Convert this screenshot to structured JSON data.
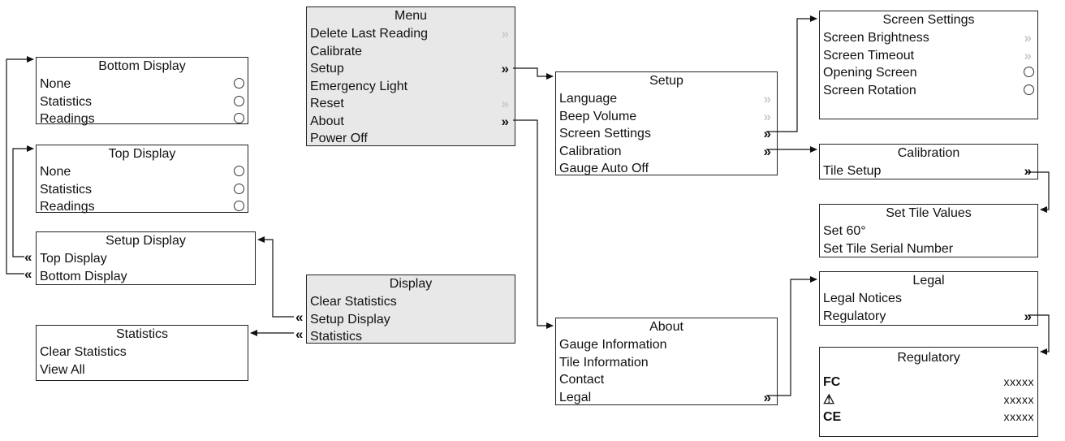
{
  "menu": {
    "title": "Menu",
    "items": [
      "Delete Last Reading",
      "Calibrate",
      "Setup",
      "Emergency Light",
      "Reset",
      "About",
      "Power Off"
    ],
    "chevrons": [
      "»",
      "»",
      "»",
      "»"
    ]
  },
  "setup": {
    "title": "Setup",
    "items": [
      "Language",
      "Beep Volume",
      "Screen Settings",
      "Calibration",
      "Gauge Auto Off"
    ],
    "chevrons": [
      "»",
      "»",
      "»",
      "»"
    ]
  },
  "screen_settings": {
    "title": "Screen Settings",
    "items": [
      "Screen Brightness",
      "Screen Timeout",
      "Opening Screen",
      "Screen Rotation"
    ],
    "chevrons": [
      "»",
      "»"
    ]
  },
  "calibration": {
    "title": "Calibration",
    "items": [
      "Tile Setup"
    ],
    "chevrons": [
      "»"
    ]
  },
  "set_tile_values": {
    "title": "Set Tile Values",
    "items": [
      "Set 60°",
      "Set Tile Serial Number"
    ]
  },
  "legal": {
    "title": "Legal",
    "items": [
      "Legal Notices",
      "Regulatory"
    ],
    "chevrons": [
      "»"
    ]
  },
  "regulatory": {
    "title": "Regulatory",
    "marks": [
      "FC",
      "⚠",
      "CE"
    ],
    "values": [
      "xxxxx",
      "xxxxx",
      "xxxxx"
    ]
  },
  "about": {
    "title": "About",
    "items": [
      "Gauge Information",
      "Tile Information",
      "Contact",
      "Legal"
    ],
    "chevrons": [
      "»"
    ]
  },
  "display": {
    "title": "Display",
    "items": [
      "Clear Statistics",
      "Setup Display",
      "Statistics"
    ],
    "back_chevrons": [
      "«",
      "«"
    ]
  },
  "statistics": {
    "title": "Statistics",
    "items": [
      "Clear Statistics",
      "View All"
    ]
  },
  "setup_display": {
    "title": "Setup Display",
    "items": [
      "Top Display",
      "Bottom Display"
    ],
    "back_chevrons": [
      "«",
      "«"
    ]
  },
  "top_display": {
    "title": "Top Display",
    "items": [
      "None",
      "Statistics",
      "Readings"
    ]
  },
  "bottom_display": {
    "title": "Bottom Display",
    "items": [
      "None",
      "Statistics",
      "Readings"
    ]
  }
}
